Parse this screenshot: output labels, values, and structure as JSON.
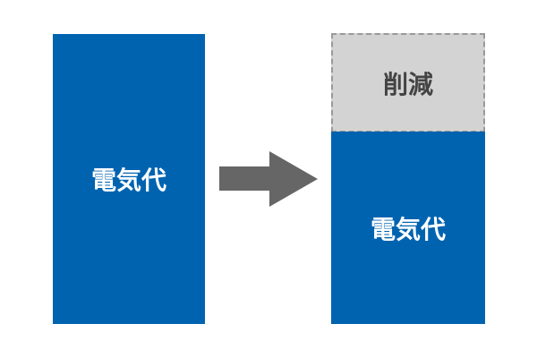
{
  "colors": {
    "blue": "#0063b0",
    "gray": "#d3d3d3",
    "arrow": "#666666"
  },
  "before": {
    "label": "電気代"
  },
  "after": {
    "reduction_label": "削減",
    "label": "電気代"
  },
  "arrow": {
    "icon": "right-arrow-icon"
  }
}
